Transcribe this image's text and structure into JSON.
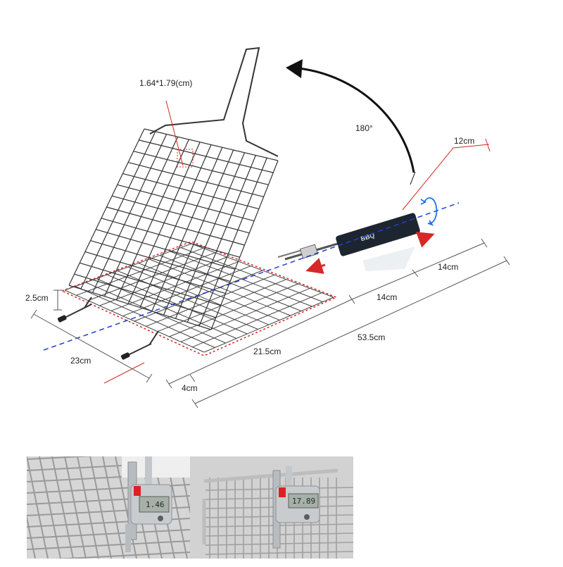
{
  "labels": {
    "mesh_size": "1.64*1.79(cm)",
    "rotation": "180°",
    "handle_length": "12cm",
    "segment_a": "14cm",
    "segment_b": "14cm",
    "total_length": "53.5cm",
    "grid_length": "21.5cm",
    "grid_width": "23cm",
    "height": "2.5cm",
    "end_gap": "4cm"
  },
  "handle_brand": "BBQ",
  "photos": [
    {
      "reading": "1.46"
    },
    {
      "reading": "17.89"
    }
  ],
  "colors": {
    "dimension_line": "#555555",
    "axis_blue": "#1f3fd0",
    "accent_red": "#d62828",
    "rotation_circle": "#1f6fe0",
    "wire": "#333333",
    "handle": "#1d2530"
  }
}
